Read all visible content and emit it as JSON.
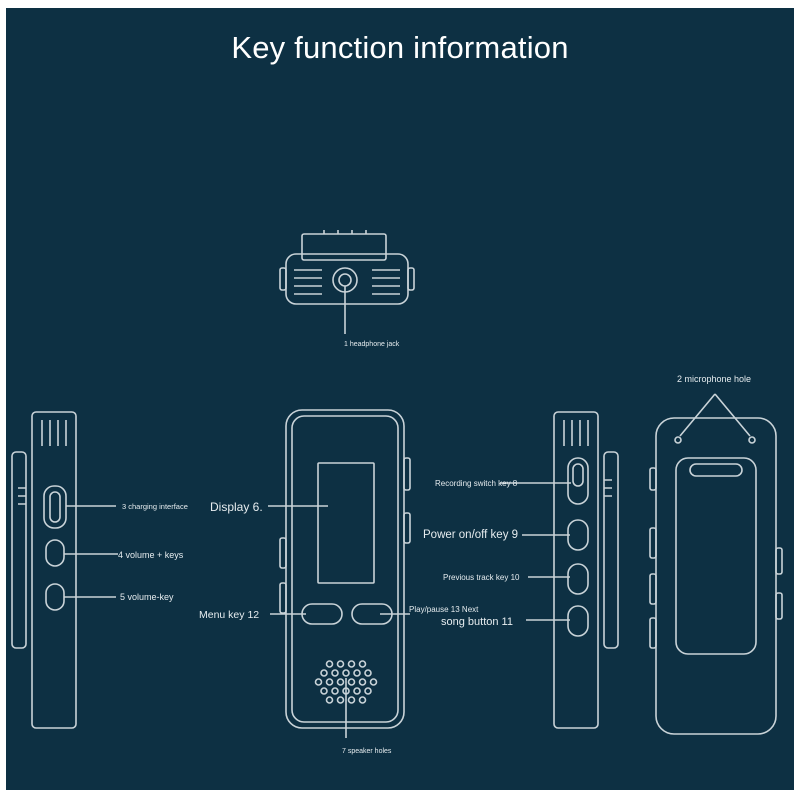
{
  "title": "Key function information",
  "colors": {
    "background": "#0d3043",
    "outline": "#c9d3d8",
    "label": "#e6ecef"
  },
  "labels": {
    "headphone": "1 headphone jack",
    "charging": "3 charging interface",
    "volume_plus": "4 volume + keys",
    "volume_minus": "5 volume-key",
    "display": "Display 6.",
    "speaker": "7 speaker holes",
    "recording": "Recording switch key 8",
    "power": "Power on/off key 9",
    "previous": "Previous track key 10",
    "song": "song button 11",
    "menu": "Menu key 12",
    "play_next": "Play/pause 13 Next",
    "microphone": "2 microphone hole"
  }
}
